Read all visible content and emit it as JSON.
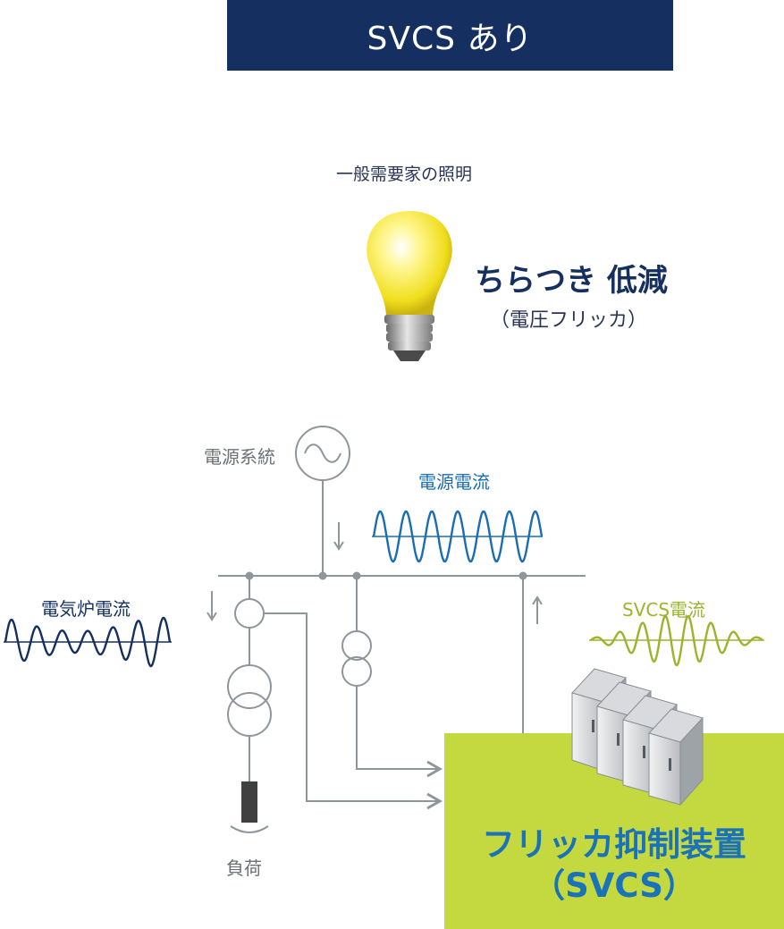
{
  "header": {
    "title": "SVCS あり"
  },
  "lighting": {
    "label": "一般需要家の照明",
    "result": "ちらつき 低減",
    "result_sub": "（電圧フリッカ）"
  },
  "circuit": {
    "power_grid_label": "電源系統",
    "source_current_label": "電源電流",
    "furnace_current_label": "電気炉電流",
    "svcs_current_label": "SVCS電流",
    "load_label": "負荷"
  },
  "device": {
    "name": "フリッカ抑制装置",
    "abbr": "（SVCS）"
  },
  "colors": {
    "header_bg": "#153060",
    "device_box": "#c4d940",
    "device_text": "#1a72b8",
    "source_wave": "#1a6db5",
    "furnace_wave": "#153060",
    "svcs_wave": "#9ab52a",
    "wiring": "#8e959b"
  },
  "icons": [
    "light-bulb-icon",
    "ac-source-icon",
    "transformer-icon",
    "svcs-cabinet-icon"
  ]
}
